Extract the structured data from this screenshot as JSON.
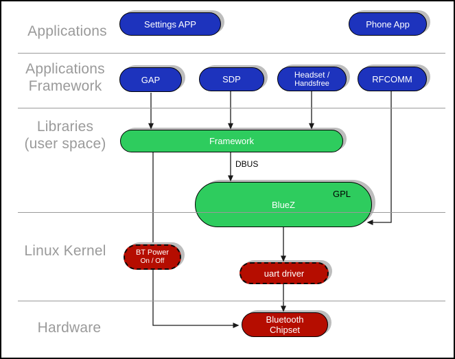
{
  "layers": {
    "applications": "Applications",
    "app_framework_line1": "Applications",
    "app_framework_line2": "Framework",
    "libraries_line1": "Libraries",
    "libraries_line2": "(user space)",
    "kernel": "Linux Kernel",
    "hardware": "Hardware"
  },
  "blocks": {
    "settings_app": "Settings APP",
    "phone_app": "Phone App",
    "gap": "GAP",
    "sdp": "SDP",
    "headset_line1": "Headset /",
    "headset_line2": "Handsfree",
    "rfcomm": "RFCOMM",
    "framework": "Framework",
    "bluez": "BlueZ",
    "gpl": "GPL",
    "bt_power_line1": "BT Power",
    "bt_power_line2": "On / Off",
    "uart_driver": "uart driver",
    "chipset_line1": "Bluetooth",
    "chipset_line2": "Chipset"
  },
  "annotations": {
    "dbus": "DBUS"
  },
  "colors": {
    "app_block": "#1d33bd",
    "lib_block": "#2ecc5e",
    "kernel_block": "#b50d00",
    "label_gray": "#9a9a9a",
    "separator": "#999999",
    "shadow": "#bdbdbd",
    "line": "#1a1a1a"
  }
}
